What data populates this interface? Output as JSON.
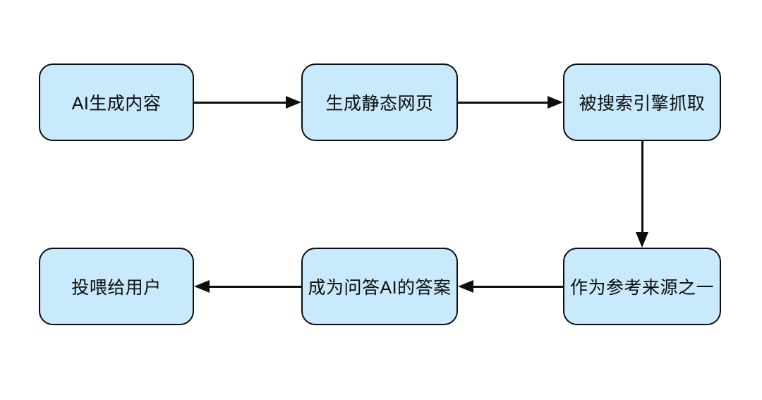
{
  "diagram": {
    "type": "flowchart",
    "background_color": "#ffffff",
    "node_fill_color": "#c9e9fc",
    "node_border_color": "#0d0d0d",
    "arrow_color": "#0d0d0d",
    "text_color": "#0d0d0d",
    "nodes": [
      {
        "id": "ai-generated-content",
        "label": "AI生成内容",
        "row": 1,
        "col": 1
      },
      {
        "id": "generate-static-page",
        "label": "生成静态网页",
        "row": 1,
        "col": 2
      },
      {
        "id": "crawled-by-search-engine",
        "label": "被搜索引擎抓取",
        "row": 1,
        "col": 3
      },
      {
        "id": "used-as-reference-source",
        "label": "作为参考来源之一",
        "row": 2,
        "col": 3
      },
      {
        "id": "becomes-qa-ai-answer",
        "label": "成为问答AI的答案",
        "row": 2,
        "col": 2
      },
      {
        "id": "fed-to-users",
        "label": "投喂给用户",
        "row": 2,
        "col": 1
      }
    ],
    "edges": [
      {
        "from": "ai-generated-content",
        "to": "generate-static-page",
        "direction": "right"
      },
      {
        "from": "generate-static-page",
        "to": "crawled-by-search-engine",
        "direction": "right"
      },
      {
        "from": "crawled-by-search-engine",
        "to": "used-as-reference-source",
        "direction": "down"
      },
      {
        "from": "used-as-reference-source",
        "to": "becomes-qa-ai-answer",
        "direction": "left"
      },
      {
        "from": "becomes-qa-ai-answer",
        "to": "fed-to-users",
        "direction": "left"
      }
    ]
  }
}
